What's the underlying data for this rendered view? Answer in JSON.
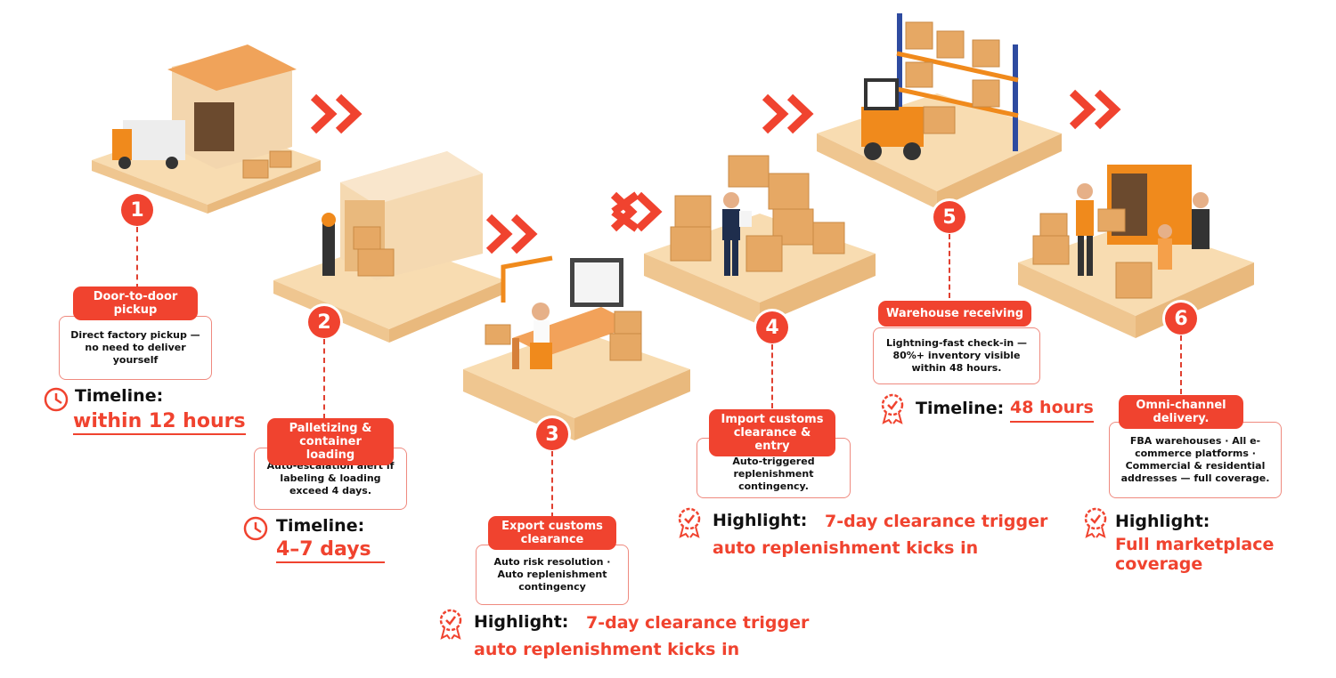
{
  "steps": [
    {
      "number": "1",
      "title": "Door-to-door pickup",
      "description": "Direct factory pickup — no need to deliver yourself",
      "label": "Timeline:",
      "value": "within 12 hours"
    },
    {
      "number": "2",
      "title": "Palletizing & container loading",
      "description": "Auto-escalation alert if labeling & loading exceed 4 days.",
      "label": "Timeline:",
      "value": "4–7 days"
    },
    {
      "number": "3",
      "title": "Export customs clearance",
      "description": "Auto risk resolution · Auto replenishment contingency",
      "label": "Highlight:",
      "value_line1": "7-day clearance trigger",
      "value_line2": "auto replenishment kicks in"
    },
    {
      "number": "4",
      "title": "Import customs clearance & entry",
      "description": "Transparent pricing · Auto-triggered replenishment contingency.",
      "label": "Highlight:",
      "value_line1": "7-day clearance trigger",
      "value_line2": "auto replenishment kicks in"
    },
    {
      "number": "5",
      "title": "Warehouse receiving",
      "description": "Lightning-fast check-in — 80%+ inventory visible within 48 hours.",
      "label": "Timeline:",
      "value": "48 hours"
    },
    {
      "number": "6",
      "title": "Omni-channel delivery.",
      "description": "FBA warehouses · All e-commerce platforms · Commercial & residential addresses — full coverage.",
      "label": "Highlight:",
      "value_line1": "Full marketplace",
      "value_line2": "coverage"
    }
  ],
  "icons": {
    "timeline": "clock-icon",
    "highlight": "award-badge-icon",
    "transition": "double-chevron-right-icon"
  },
  "colors": {
    "accent": "#f0432f",
    "platform": "#f8dcb1",
    "card_border": "#ef8a7f"
  }
}
